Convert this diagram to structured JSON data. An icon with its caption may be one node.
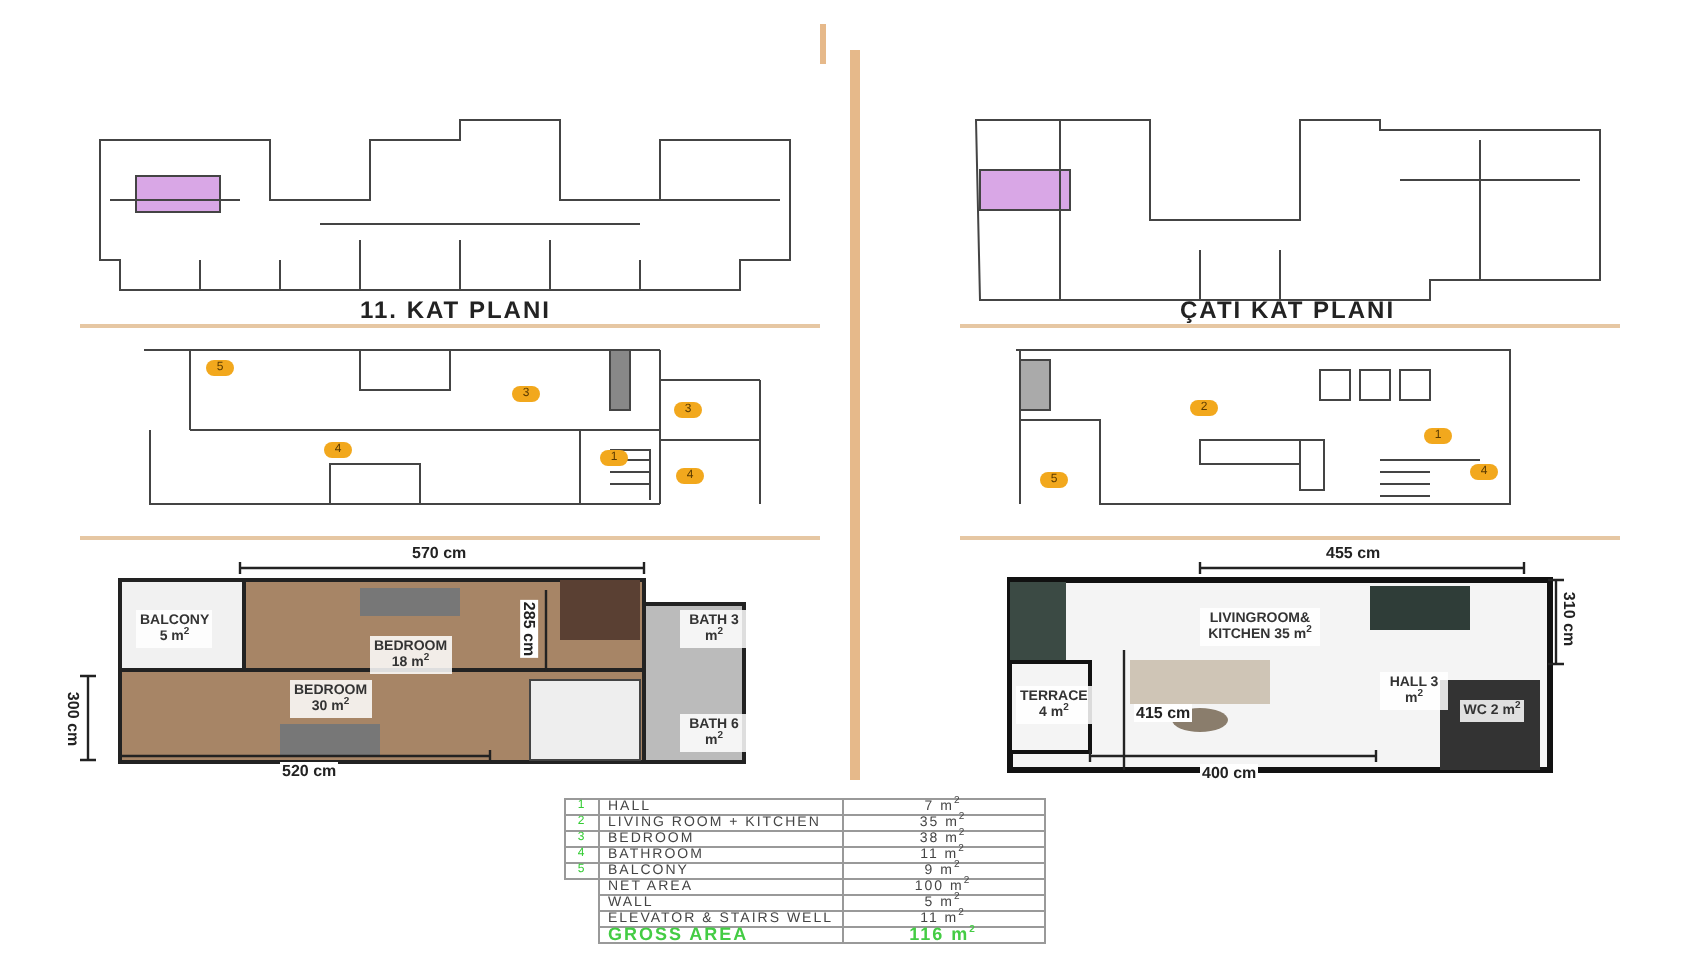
{
  "diagram": {
    "nodes": [
      {
        "text": [
          "BALCONY 5 m$^{2}$"
        ]
      },
      {
        "text": [
          "BEDROOM 18 m$^{2}$"
        ]
      },
      {
        "text": [
          "BEDROOM 30 m$^{2}$"
        ]
      },
      {
        "text": [
          "BATH 3 m$^{2}$"
        ]
      },
      {
        "text": [
          "BATH 6 m$^{2}$"
        ]
      },
      {
        "text": [
          "LIVINGROOM& KITCHEN 35 m$^{2}$"
        ]
      },
      {
        "text": [
          "TERRACE 4 m$^{2}$"
        ]
      },
      {
        "text": [
          "HALL 3 m$^{2}$"
        ]
      },
      {
        "text": [
          "WC 2 m$^{2}$"
        ]
      }
    ],
    "labels": [
      "11. KAT PLANI",
      "ÇATI KAT PLANI",
      "5",
      "3",
      "4",
      "3",
      "1",
      "4",
      "2",
      "1",
      "4",
      "5",
      "570 cm",
      "285 cm",
      "300 cm",
      "520 cm",
      "455 cm",
      "310 cm",
      "415 cm",
      "400 cm",
      "1",
      "HALL",
      "7 m$^{2}$",
      "2",
      "LIVING ROOM + KITCHEN",
      "35 m$^{2}$",
      "3",
      "BEDROOM",
      "38 m$^{2}$",
      "4",
      "BATHROOM",
      "11 m$^{2}$",
      "5",
      "BALCONY",
      "9 m$^{2}$",
      "NET AREA",
      "100 m$^{2}$",
      "WALL",
      "5 m$^{2}$",
      "ELEVATOR & STAIRS WELL",
      "11 m$^{2}$",
      "GROSS AREA",
      "116 m$^{2}$"
    ]
  }
}
